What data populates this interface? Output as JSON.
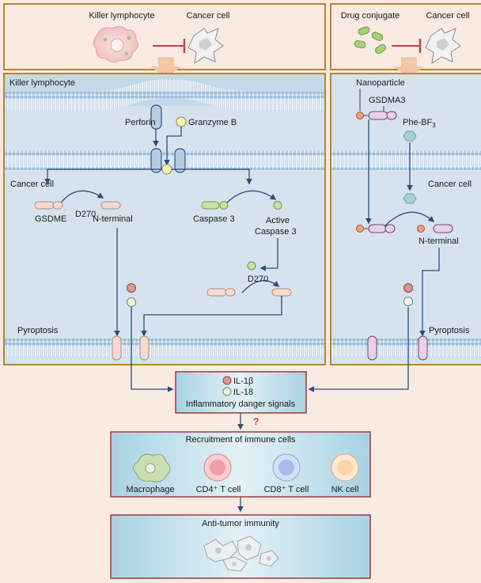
{
  "top_left": {
    "actor": "Killer lymphocyte",
    "target": "Cancer cell"
  },
  "top_right": {
    "actor": "Drug conjugate",
    "target": "Cancer cell"
  },
  "left_panel": {
    "title": "Killer  lymphocyte",
    "perforin": "Perforin",
    "granzyme": "Granzyme B",
    "cancer_cell": "Cancer cell",
    "cleavage_site_1": "D270",
    "gsdme": "GSDME",
    "n_terminal": "N-terminal",
    "caspase3": "Caspase 3",
    "active_caspase3_line1": "Active",
    "active_caspase3_line2": "Caspase 3",
    "cleavage_site_2": "D270",
    "pyroptosis": "Pyroptosis"
  },
  "right_panel": {
    "nanoparticle": "Nanoparticle",
    "gsdma3": "GSDMA3",
    "phe_bf3": "Phe-BF",
    "phe_bf3_sub": "3",
    "cancer_cell": "Cancer cell",
    "n_terminal": "N-terminal",
    "pyroptosis": "Pyroptosis"
  },
  "signals_box": {
    "il1b": "IL-1β",
    "il18": "IL-18",
    "title": "Inflammatory danger signals"
  },
  "question_mark": "?",
  "recruitment_box": {
    "title": "Recruitment of immune cells",
    "cells": [
      "Macrophage",
      "CD4⁺ T cell",
      "CD8⁺ T cell",
      "NK cell"
    ]
  },
  "immunity_box": {
    "title": "Anti-tumor immunity"
  },
  "colors": {
    "background": "#f9ebe1",
    "panel_border": "#b8862b",
    "cell_fill": "#d6e3ee",
    "membrane": "#b7cfe3",
    "arrow": "#2b4e7a",
    "inhibit": "#c8414a",
    "box_border": "#a3383f"
  }
}
